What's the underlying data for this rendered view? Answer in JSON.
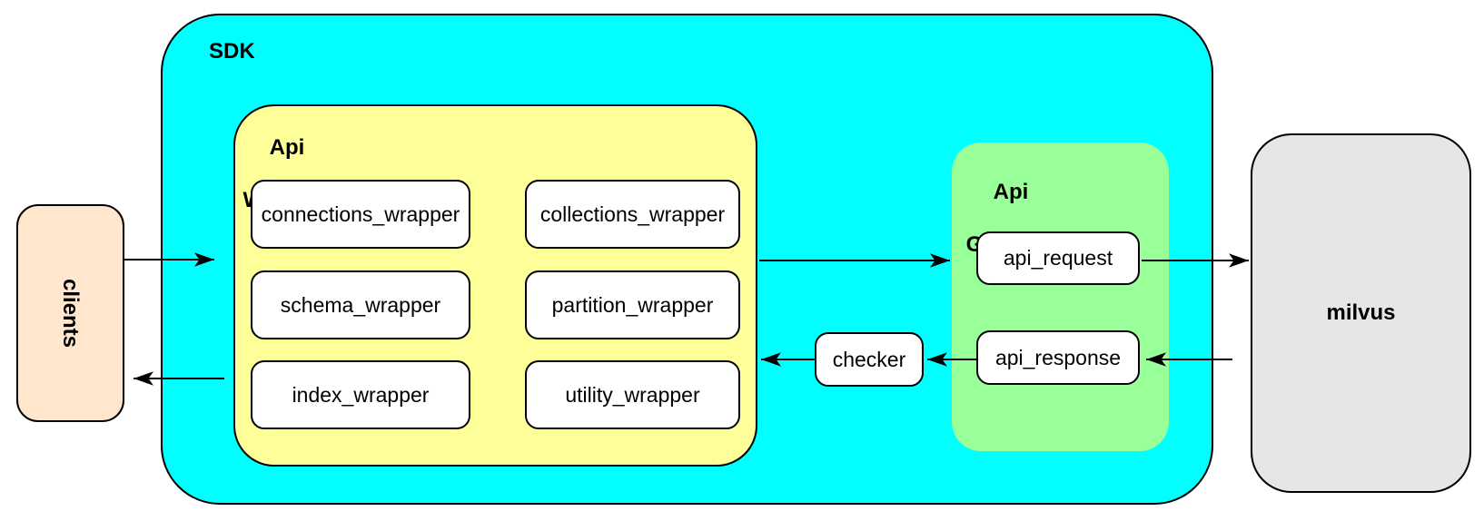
{
  "diagram": {
    "clients": {
      "label": "clients"
    },
    "sdk": {
      "label": "SDK"
    },
    "api_wrapper": {
      "title_line1": "Api",
      "title_line2": "Wrapper",
      "boxes": [
        "connections_wrapper",
        "collections_wrapper",
        "schema_wrapper",
        "partition_wrapper",
        "index_wrapper",
        "utility_wrapper"
      ]
    },
    "checker": {
      "label": "checker"
    },
    "api_gateway": {
      "title_line1": "Api",
      "title_line2": "Gateway",
      "boxes": [
        "api_request",
        "api_response"
      ]
    },
    "milvus": {
      "label": "milvus"
    }
  },
  "colors": {
    "sdk_fill": "#00ffff",
    "api_wrapper_fill": "#ffff99",
    "api_gateway_fill": "#99ff99",
    "clients_fill": "#ffe6cc",
    "milvus_fill": "#e6e6e6",
    "node_fill": "#ffffff",
    "line": "#000000"
  }
}
